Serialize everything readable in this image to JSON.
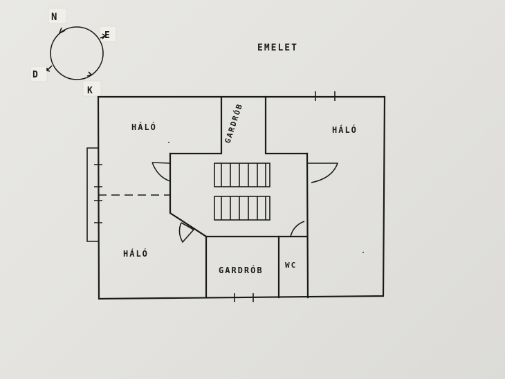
{
  "title": "EMELET",
  "compass": {
    "north": "N",
    "east": "E",
    "south": "D",
    "west": "K"
  },
  "rooms": {
    "halo_top_left": "HÁLÓ",
    "gardrob_top": "GARDRÓB",
    "halo_top_right": "HÁLÓ",
    "halo_bottom_left": "HÁLÓ",
    "gardrob_bottom": "GARDRÓB",
    "wc": "WC"
  },
  "colors": {
    "ink": "#1a1a1a",
    "paper": "#e6e5e1"
  }
}
